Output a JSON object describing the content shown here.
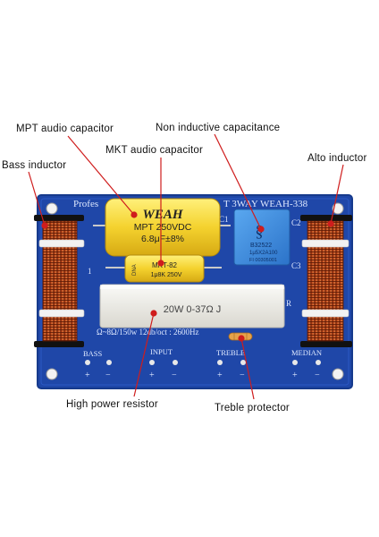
{
  "callouts": {
    "mpt_capacitor": "MPT audio capacitor",
    "non_inductive": "Non inductive capacitance",
    "mkt_capacitor": "MKT audio capacitor",
    "bass_inductor": "Bass inductor",
    "alto_inductor": "Alto inductor",
    "high_power_resistor": "High power resistor",
    "treble_protector": "Treble protector"
  },
  "board": {
    "title_left": "Profes",
    "title_right": "T 3WAY WEAH-338",
    "spec_line": "Ω~8Ω/150w 12db/oct : 2600Hz",
    "label_c1": "C1",
    "label_c2": "C2",
    "label_c3": "C3",
    "label_1": "1",
    "label_r": "R",
    "terminals": {
      "bass": "BASS",
      "input": "INPUT",
      "treble": "TREBLE",
      "median": "MEDIAN"
    },
    "plus": "+",
    "minus": "−"
  },
  "components": {
    "mpt_brand": "WEAH",
    "mpt_spec": "MPT 250VDC",
    "mpt_value": "6.8μF±8%",
    "mkt_side": "DNA",
    "mkt_model": "MKT-82",
    "mkt_value": "1μ8K 250V",
    "blue_cap_line1": "B32522",
    "blue_cap_line2": "1μ5X2A100",
    "blue_cap_line3": "FI 00305001",
    "resistor_value": "20W 0-37Ω J"
  },
  "colors": {
    "pcb": "#1f47a8",
    "pcb_dark": "#163a8c",
    "copper": "#b4401a",
    "mpt_yellow": "#f4d22e",
    "blue_cap": "#3d8fe0",
    "resistor": "#ecebe6",
    "callout_line": "#cf1d1d"
  }
}
